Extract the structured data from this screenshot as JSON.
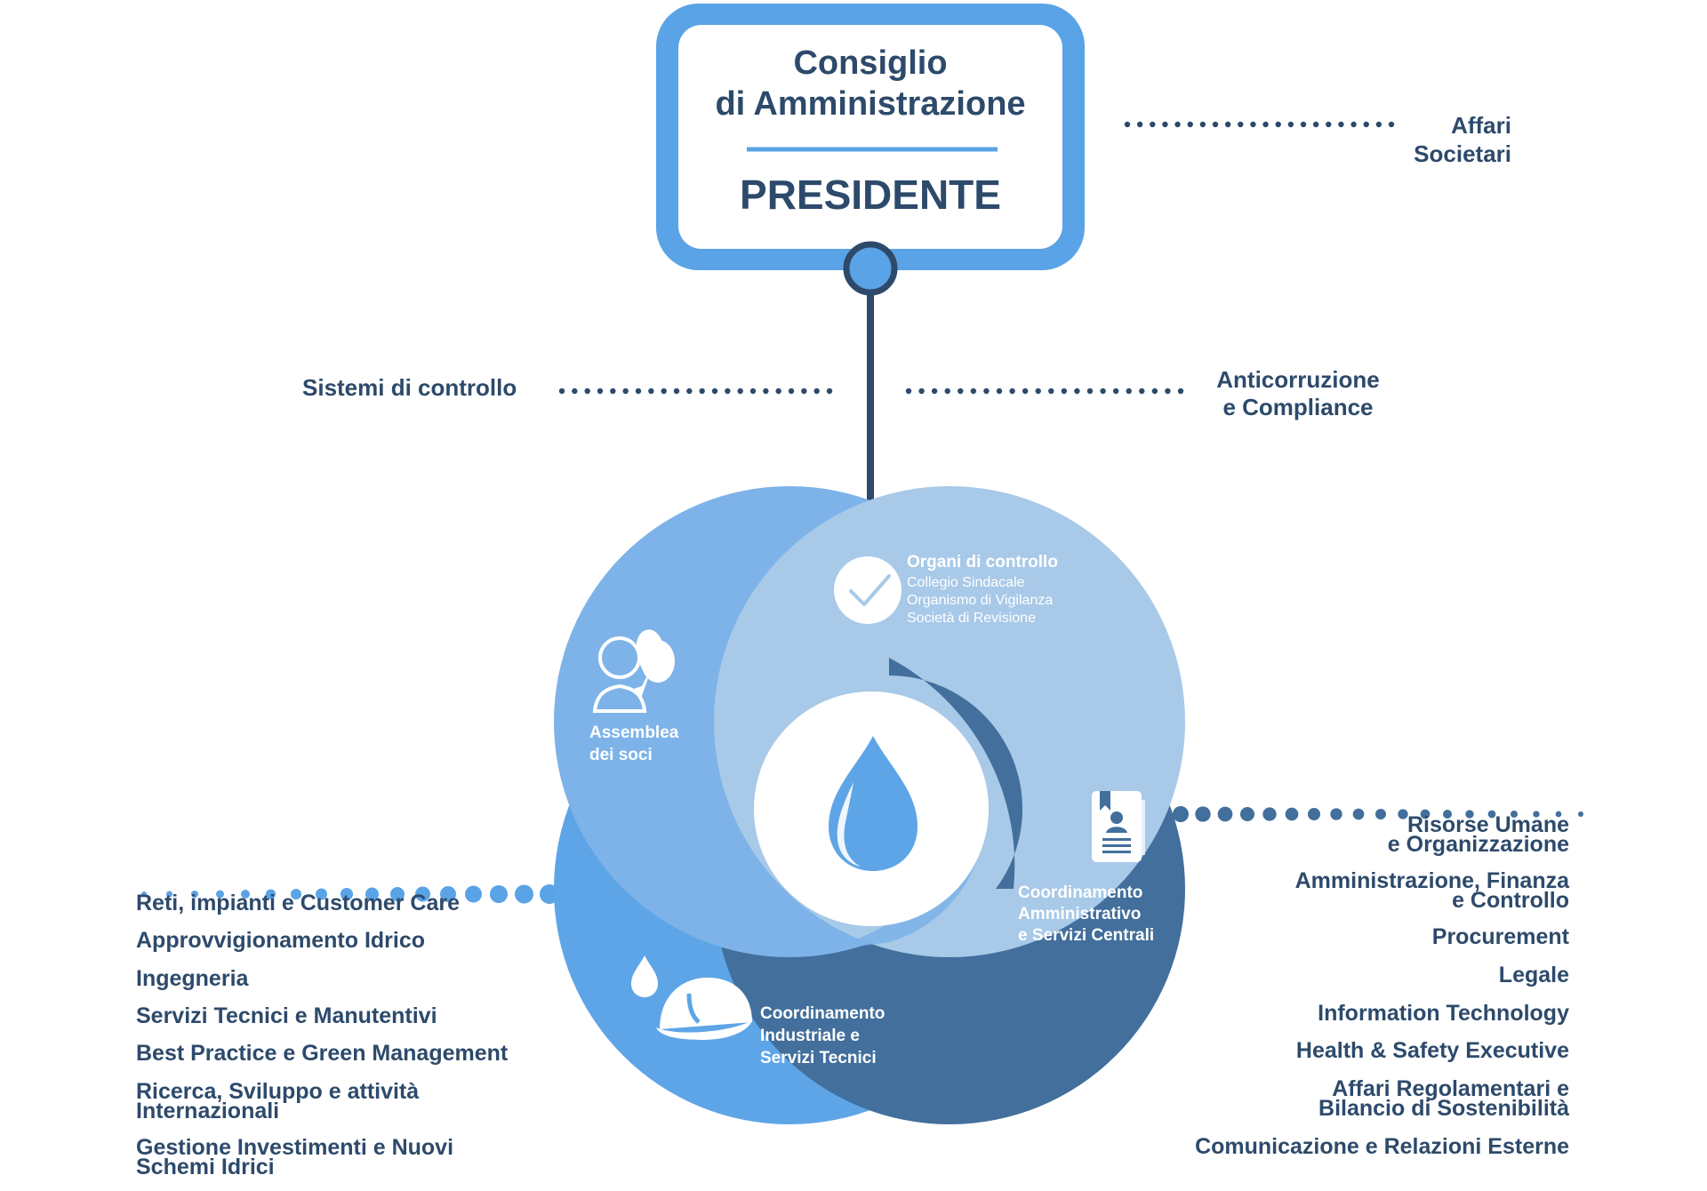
{
  "board": {
    "line1": "Consiglio",
    "line2": "di Amministrazione",
    "president": "PRESIDENTE"
  },
  "staff": {
    "top_right": {
      "line1": "Affari",
      "line2": "Societari"
    },
    "left": "Sistemi di controllo",
    "right": {
      "line1": "Anticorruzione",
      "line2": "e Compliance"
    }
  },
  "circles": {
    "assembly": {
      "line1": "Assemblea",
      "line2": "dei soci"
    },
    "control_bodies": {
      "title": "Organi di controllo",
      "items": [
        "Collegio Sindacale",
        "Organismo di Vigilanza",
        "Società di Revisione"
      ]
    },
    "admin": {
      "line1": "Coordinamento",
      "line2": "Amministrativo",
      "line3": "e Servizi Centrali"
    },
    "industrial": {
      "line1": "Coordinamento",
      "line2": "Industriale e",
      "line3": "Servizi Tecnici"
    }
  },
  "left_functions": [
    {
      "line1": "Reti, impianti e Customer Care"
    },
    {
      "line1": "Approvvigionamento Idrico"
    },
    {
      "line1": "Ingegneria"
    },
    {
      "line1": "Servizi Tecnici e Manutentivi"
    },
    {
      "line1": "Best Practice e Green Management"
    },
    {
      "line1": "Ricerca, Sviluppo e attività",
      "line2": "Internazionali"
    },
    {
      "line1": "Gestione Investimenti e Nuovi",
      "line2": "Schemi Idrici"
    }
  ],
  "right_functions": [
    {
      "line1": "Risorse Umane",
      "line2": "e Organizzazione"
    },
    {
      "line1": "Amministrazione, Finanza",
      "line2": "e Controllo"
    },
    {
      "line1": "Procurement"
    },
    {
      "line1": "Legale"
    },
    {
      "line1": "Information Technology"
    },
    {
      "line1": "Health & Safety Executive"
    },
    {
      "line1": "Affari Regolamentari e",
      "line2": "Bilancio di Sostenibilità"
    },
    {
      "line1": "Comunicazione e Relazioni Esterne"
    }
  ],
  "colors": {
    "navy": "#2d4a6b",
    "frame_blue": "#5aa3e6",
    "circle_assembly": "#7db3e8",
    "circle_control": "#a8c9e8",
    "circle_admin": "#426f9c",
    "circle_industrial": "#5ea5e7"
  },
  "icons": [
    "people-icon",
    "checkmark-icon",
    "water-drop-icon",
    "document-badge-icon",
    "hard-hat-icon",
    "small-drop-icon"
  ]
}
